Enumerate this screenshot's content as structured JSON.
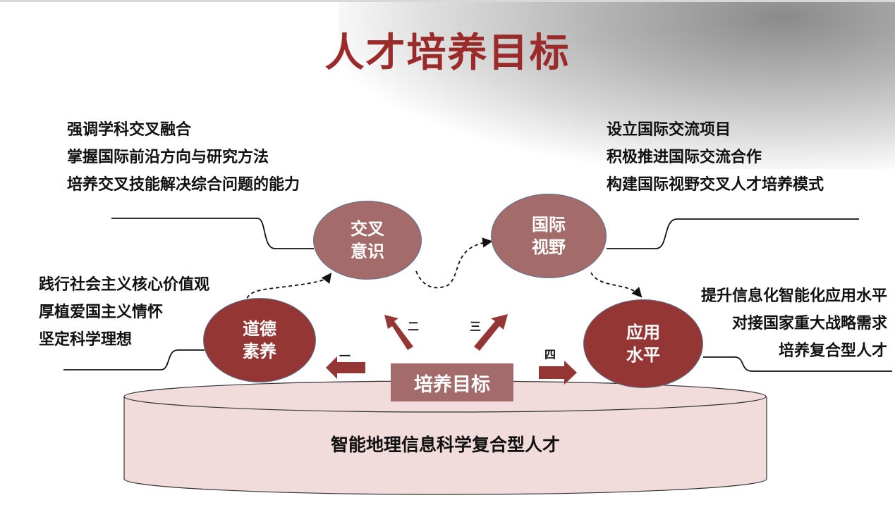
{
  "title": "人才培养目标",
  "top_left": [
    "强调学科交叉融合",
    "掌握国际前沿方向与研究方法",
    "培养交叉技能解决综合问题的能力"
  ],
  "top_right": [
    "设立国际交流项目",
    "积极推进国际交流合作",
    "构建国际视野交叉人才培养模式"
  ],
  "mid_left": [
    "践行社会主义核心价值观",
    "厚植爱国主义情怀",
    "坚定科学理想"
  ],
  "mid_right": [
    "提升信息化智能化应用水平",
    "对接国家重大战略需求",
    "培养复合型人才"
  ],
  "nodes": {
    "cross": [
      "交叉",
      "意识"
    ],
    "intl": [
      "国际",
      "视野"
    ],
    "moral": [
      "道德",
      "素养"
    ],
    "apply": [
      "应用",
      "水平"
    ]
  },
  "center": "培养目标",
  "steps": [
    "一",
    "二",
    "三",
    "四"
  ],
  "foundation": "智能地理信息科学复合型人才",
  "colors": {
    "dark": "#943634",
    "light": "#a46b6b",
    "base": "#f2dcdb",
    "title": "#9b2b2b"
  }
}
